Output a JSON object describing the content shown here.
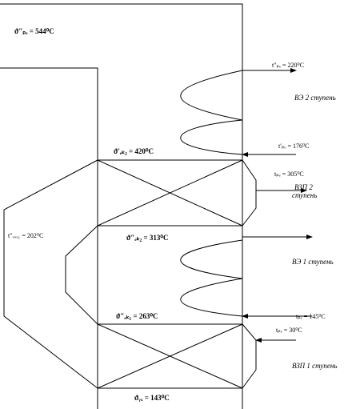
{
  "labels": {
    "theta_top": "ϑ″ₚₑ = 544⁰C",
    "theta_ek2_in": "ϑ′ₑₖ₂ = 420⁰C",
    "theta_ek2_out": "ϑ″ₑₖ₂ = 313⁰C",
    "theta_ek1_out": "ϑ″ₑₖ₁ = 263⁰C",
    "theta_exit": "ϑᵧₓ = 143⁰C",
    "t_water_out": "t″ₚₑ = 220⁰C",
    "t_water_mid": "t′ₚₑ = 176⁰C",
    "t_air_vzp2": "tₚₑ = 305⁰C",
    "t_air_mid": "t″ᵥₒₓ₁ = 202⁰C",
    "t_water_in": "tₚₑ = 145⁰C",
    "t_air_in": "tₚₑ = 30⁰C"
  },
  "stages": {
    "ve2": "ВЭ 2 ступень",
    "vzp2_line1": "ВЗП 2",
    "vzp2_line2": "ступень",
    "ve1": "ВЭ 1 ступень",
    "vzp1": "ВЗП 1 ступень"
  }
}
